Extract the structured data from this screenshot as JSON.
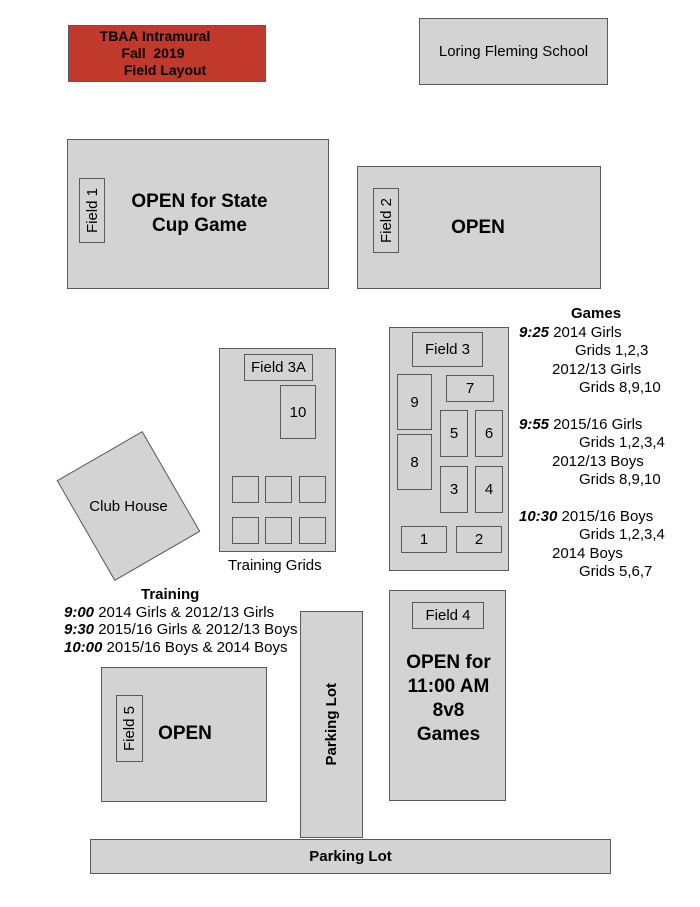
{
  "title": {
    "line1": "TBAA Intramural",
    "line2": "Fall  2019",
    "line3": "Field Layout",
    "color": "#c0392b"
  },
  "school": "Loring Fleming School",
  "field1": {
    "label": "Field 1",
    "status_line1": "OPEN for State",
    "status_line2": "Cup Game"
  },
  "field2": {
    "label": "Field 2",
    "status": "OPEN"
  },
  "field3a": {
    "label": "Field 3A",
    "grid": "10"
  },
  "training_grids_label": "Training Grids",
  "club_house": "Club House",
  "field3": {
    "label": "Field 3",
    "grids": {
      "g1": "1",
      "g2": "2",
      "g3": "3",
      "g4": "4",
      "g5": "5",
      "g6": "6",
      "g7": "7",
      "g8": "8",
      "g9": "9"
    }
  },
  "field4": {
    "label": "Field 4",
    "status_line1": "OPEN for",
    "status_line2": "11:00 AM",
    "status_line3": "8v8",
    "status_line4": "Games"
  },
  "field5": {
    "label": "Field 5",
    "status": "OPEN"
  },
  "parking_lot_vertical": "Parking Lot",
  "parking_lot_bottom": "Parking Lot",
  "games": {
    "heading": "Games",
    "slots": [
      {
        "time": "9:25",
        "first": "2014 Girls",
        "first_grids": "Grids 1,2,3",
        "second": "2012/13 Girls",
        "second_grids": "Grids 8,9,10"
      },
      {
        "time": "9:55",
        "first": "2015/16 Girls",
        "first_grids": "Grids 1,2,3,4",
        "second": "2012/13 Boys",
        "second_grids": "Grids 8,9,10"
      },
      {
        "time": "10:30",
        "first": "2015/16 Boys",
        "first_grids": "Grids 1,2,3,4",
        "second": "2014 Boys",
        "second_grids": "Grids 5,6,7"
      }
    ]
  },
  "training": {
    "heading": "Training",
    "slots": [
      {
        "time": "9:00",
        "teams": "2014 Girls & 2012/13 Girls"
      },
      {
        "time": "9:30",
        "teams": "2015/16 Girls & 2012/13 Boys"
      },
      {
        "time": "10:00",
        "teams": "2015/16 Boys & 2014 Boys"
      }
    ]
  }
}
